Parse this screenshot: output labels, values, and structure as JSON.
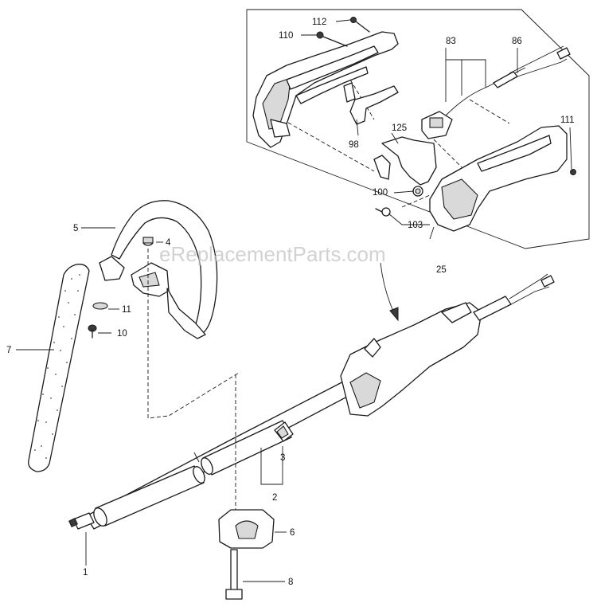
{
  "watermark": "eReplacementParts.com",
  "callouts": {
    "c1": "1",
    "c2": "2",
    "c3": "3",
    "c4": "4",
    "c5": "5",
    "c6": "6",
    "c7": "7",
    "c8": "8",
    "c10": "10",
    "c11": "11",
    "c25": "25",
    "c83": "83",
    "c86": "86",
    "c98": "98",
    "c100": "100",
    "c103": "103",
    "c110": "110",
    "c111": "111",
    "c112": "112",
    "c125": "125"
  }
}
